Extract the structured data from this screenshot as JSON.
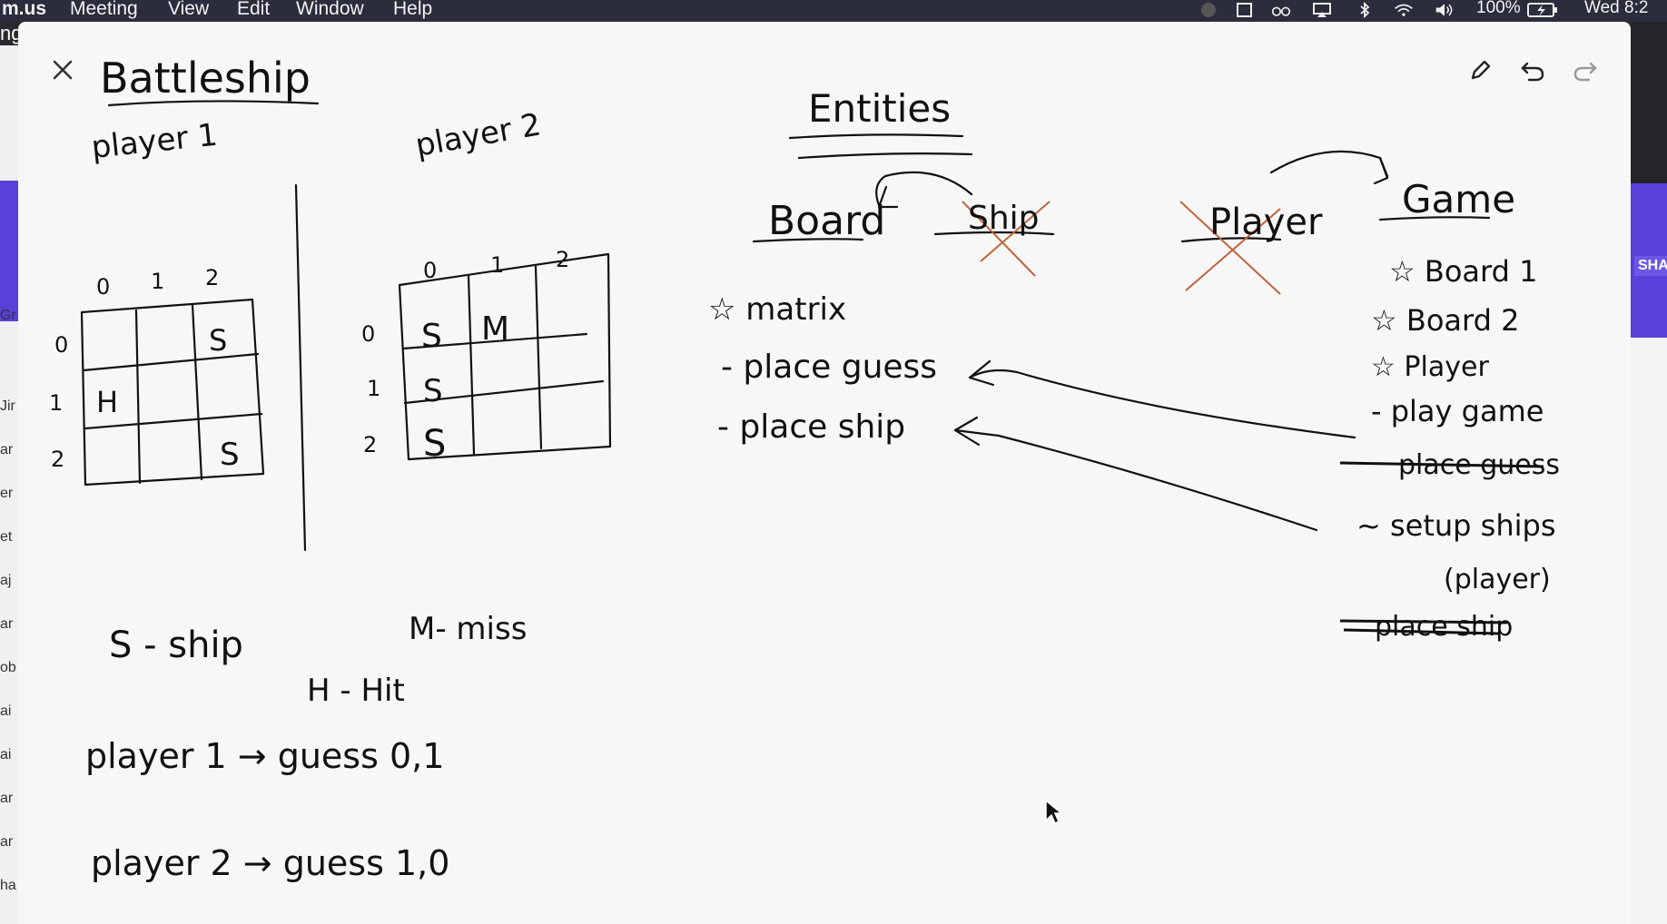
{
  "menubar": {
    "app_name": "m.us",
    "items": [
      "Meeting",
      "View",
      "Edit",
      "Window",
      "Help"
    ],
    "battery": "100%",
    "clock": "Wed 8:2"
  },
  "background_window": {
    "left_labels": [
      "ng",
      "Gr",
      "Jir",
      "ar",
      "er",
      "et",
      "aj",
      "ar",
      "ob",
      "ai",
      "ai",
      "ar",
      "ar",
      "ha"
    ],
    "right_label": "SHA"
  },
  "whiteboard": {
    "title": "Battleship",
    "player1_label": "player 1",
    "player2_label": "player 2",
    "col_index": [
      "0",
      "1",
      "2"
    ],
    "row_index": [
      "0",
      "1",
      "2"
    ],
    "grid1": [
      [
        "",
        "",
        "S"
      ],
      [
        "H",
        "",
        ""
      ],
      [
        "",
        "",
        "S"
      ]
    ],
    "grid2": [
      [
        "S",
        "M",
        ""
      ],
      [
        "S",
        "",
        ""
      ],
      [
        "S",
        "",
        ""
      ]
    ],
    "legend_ship": "S - ship",
    "legend_miss": "M- miss",
    "legend_hit": "H - Hit",
    "guess1": "player 1 → guess 0,1",
    "guess2": "player 2 → guess 1,0",
    "entities_title": "Entities",
    "entity_board": "Board",
    "entity_ship": "Ship",
    "entity_player": "Player",
    "entity_game": "Game",
    "board_members": [
      "☆ matrix",
      "- place guess",
      "- place ship"
    ],
    "game_members": [
      "☆ Board 1",
      "☆ Board 2",
      "☆ Player",
      "- play game"
    ],
    "game_struck_guess": "place guess",
    "game_setup": "~ setup ships",
    "game_setup_arg": "(player)",
    "game_struck_ship": "place ship"
  }
}
